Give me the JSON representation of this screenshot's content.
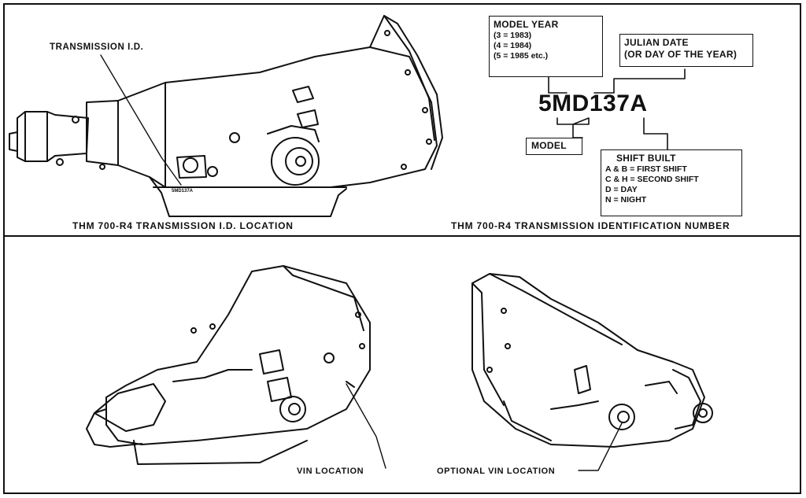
{
  "top_left": {
    "callout": "TRANSMISSION I.D.",
    "caption": "THM 700-R4   TRANSMISSION I.D. LOCATION",
    "pan_stamp": "5MD137A"
  },
  "top_right": {
    "caption": "THM 700-R4   TRANSMISSION IDENTIFICATION NUMBER",
    "code": "5MD137A",
    "model_year": {
      "title": "MODEL YEAR",
      "lines": [
        "(3 = 1983)",
        "(4 = 1984)",
        "(5 = 1985 etc.)"
      ]
    },
    "julian_date": {
      "title": "JULIAN DATE",
      "subtitle": "(OR DAY OF THE YEAR)"
    },
    "model": {
      "title": "MODEL"
    },
    "shift_built": {
      "title": "SHIFT BUILT",
      "lines": [
        "A & B = FIRST SHIFT",
        "C & H = SECOND SHIFT",
        "D  =  DAY",
        "N  =  NIGHT"
      ]
    }
  },
  "bottom": {
    "vin_label": "VIN LOCATION",
    "optional_vin_label": "OPTIONAL VIN LOCATION"
  }
}
